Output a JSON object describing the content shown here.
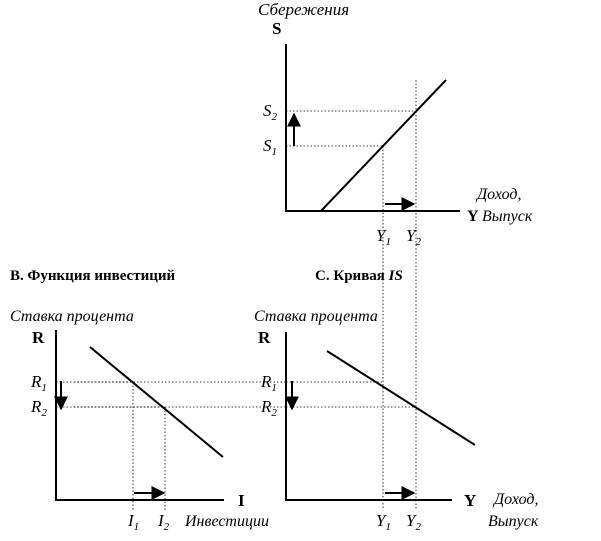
{
  "panel_top": {
    "title": "Сбережения",
    "y_axis": "S",
    "x_axis_label_1": "Доход,",
    "x_axis_letter": "Y",
    "x_axis_label_2": "Выпуск",
    "tick_s2": "S",
    "tick_s2_sub": "2",
    "tick_s1": "S",
    "tick_s1_sub": "1",
    "tick_y1": "Y",
    "tick_y1_sub": "1",
    "tick_y2": "Y",
    "tick_y2_sub": "2"
  },
  "panel_left": {
    "heading": "B. Функция инвестиций",
    "rate_label": "Ставка процента",
    "y_axis": "R",
    "x_axis": "I",
    "x_label": "Инвестиции",
    "tick_r1": "R",
    "tick_r1_sub": "1",
    "tick_r2": "R",
    "tick_r2_sub": "2",
    "tick_i1": "I",
    "tick_i1_sub": "1",
    "tick_i2": "I",
    "tick_i2_sub": "2"
  },
  "panel_right": {
    "heading_prefix": "C. Кривая ",
    "heading_is": "IS",
    "rate_label": "Ставка процента",
    "y_axis": "R",
    "x_axis": "Y",
    "x_label_1": "Доход,",
    "x_label_2": "Выпуск",
    "tick_r1": "R",
    "tick_r1_sub": "1",
    "tick_r2": "R",
    "tick_r2_sub": "2",
    "tick_y1": "Y",
    "tick_y1_sub": "1",
    "tick_y2": "Y",
    "tick_y2_sub": "2"
  }
}
